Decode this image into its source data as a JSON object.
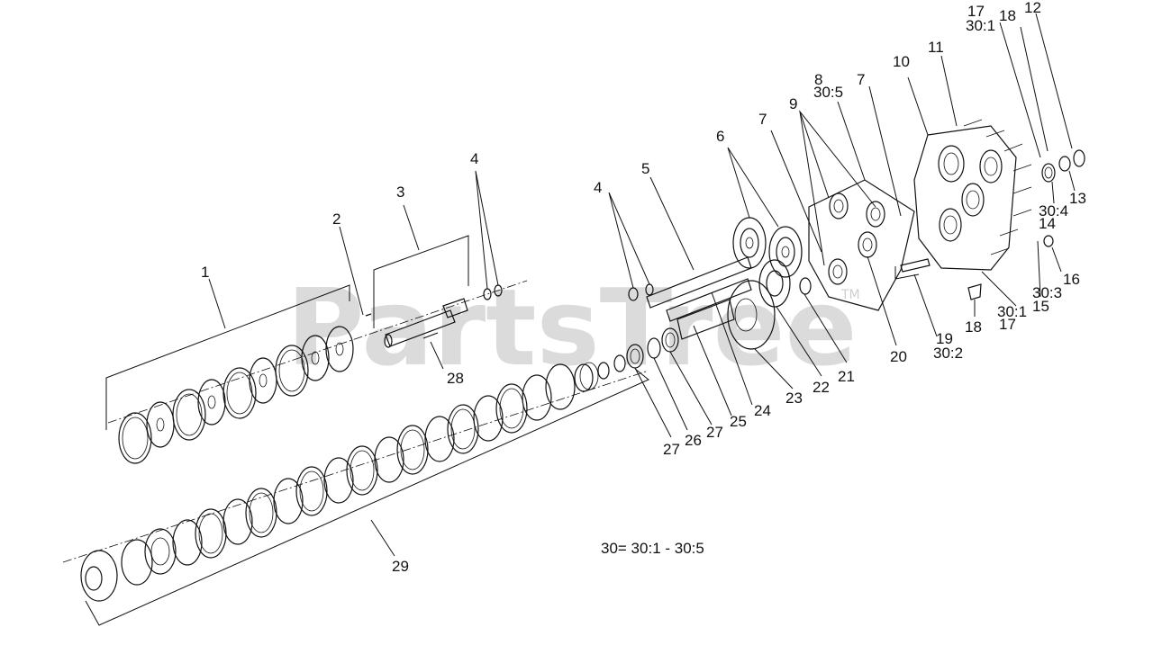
{
  "watermark": {
    "text": "PartsTree",
    "tm": "TM"
  },
  "note": "30= 30:1 - 30:5",
  "labels": [
    {
      "id": "l1",
      "text": "1"
    },
    {
      "id": "l2",
      "text": "2"
    },
    {
      "id": "l3",
      "text": "3"
    },
    {
      "id": "l4a",
      "text": "4"
    },
    {
      "id": "l4b",
      "text": "4"
    },
    {
      "id": "l5",
      "text": "5"
    },
    {
      "id": "l6",
      "text": "6"
    },
    {
      "id": "l7a",
      "text": "7"
    },
    {
      "id": "l7b",
      "text": "7"
    },
    {
      "id": "l8",
      "text": "8"
    },
    {
      "id": "l30_5",
      "text": "30:5"
    },
    {
      "id": "l9",
      "text": "9"
    },
    {
      "id": "l10",
      "text": "10"
    },
    {
      "id": "l11",
      "text": "11"
    },
    {
      "id": "l17a",
      "text": "17"
    },
    {
      "id": "l30_1a",
      "text": "30:1"
    },
    {
      "id": "l18a",
      "text": "18"
    },
    {
      "id": "l12",
      "text": "12"
    },
    {
      "id": "l13",
      "text": "13"
    },
    {
      "id": "l30_4",
      "text": "30:4"
    },
    {
      "id": "l14",
      "text": "14"
    },
    {
      "id": "l16",
      "text": "16"
    },
    {
      "id": "l30_3",
      "text": "30:3"
    },
    {
      "id": "l30_1b",
      "text": "30:1"
    },
    {
      "id": "l15",
      "text": "15"
    },
    {
      "id": "l17b",
      "text": "17"
    },
    {
      "id": "l18b",
      "text": "18"
    },
    {
      "id": "l19",
      "text": "19"
    },
    {
      "id": "l30_2",
      "text": "30:2"
    },
    {
      "id": "l20",
      "text": "20"
    },
    {
      "id": "l21",
      "text": "21"
    },
    {
      "id": "l22",
      "text": "22"
    },
    {
      "id": "l23",
      "text": "23"
    },
    {
      "id": "l24",
      "text": "24"
    },
    {
      "id": "l25",
      "text": "25"
    },
    {
      "id": "l27a",
      "text": "27"
    },
    {
      "id": "l26",
      "text": "26"
    },
    {
      "id": "l27b",
      "text": "27"
    },
    {
      "id": "l28",
      "text": "28"
    },
    {
      "id": "l29",
      "text": "29"
    }
  ]
}
